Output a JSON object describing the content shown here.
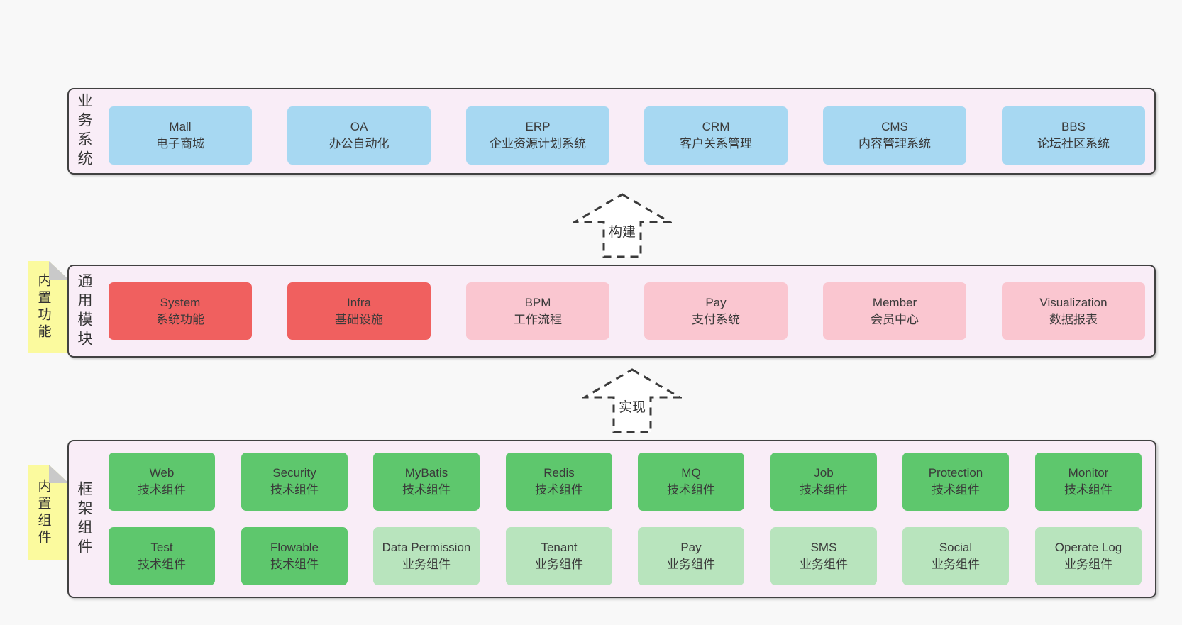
{
  "colors": {
    "page_bg": "#f8f8f8",
    "section_bg": "#f9edf7",
    "section_border": "#414141",
    "box_blue": "#a7d8f2",
    "box_red": "#f0605f",
    "box_pink": "#fac6d0",
    "box_green": "#5ec76d",
    "box_green_light": "#b8e4bd",
    "tag_yellow": "#fbfa9e",
    "tag_fold_gray": "#c9c9c9",
    "text": "#383838"
  },
  "sections": {
    "business": {
      "label": "业务系统",
      "boxes": [
        {
          "en": "Mall",
          "zh": "电子商城"
        },
        {
          "en": "OA",
          "zh": "办公自动化"
        },
        {
          "en": "ERP",
          "zh": "企业资源计划系统"
        },
        {
          "en": "CRM",
          "zh": "客户关系管理"
        },
        {
          "en": "CMS",
          "zh": "内容管理系统"
        },
        {
          "en": "BBS",
          "zh": "论坛社区系统"
        }
      ]
    },
    "modules": {
      "label": "通用模块",
      "tag": "内置功能",
      "boxes": [
        {
          "en": "System",
          "zh": "系统功能"
        },
        {
          "en": "Infra",
          "zh": "基础设施"
        },
        {
          "en": "BPM",
          "zh": "工作流程"
        },
        {
          "en": "Pay",
          "zh": "支付系统"
        },
        {
          "en": "Member",
          "zh": "会员中心"
        },
        {
          "en": "Visualization",
          "zh": "数据报表"
        }
      ]
    },
    "components": {
      "label": "框架组件",
      "tag": "内置组件",
      "row1": [
        {
          "en": "Web",
          "zh": "技术组件"
        },
        {
          "en": "Security",
          "zh": "技术组件"
        },
        {
          "en": "MyBatis",
          "zh": "技术组件"
        },
        {
          "en": "Redis",
          "zh": "技术组件"
        },
        {
          "en": "MQ",
          "zh": "技术组件"
        },
        {
          "en": "Job",
          "zh": "技术组件"
        },
        {
          "en": "Protection",
          "zh": "技术组件"
        },
        {
          "en": "Monitor",
          "zh": "技术组件"
        }
      ],
      "row2": [
        {
          "en": "Test",
          "zh": "技术组件"
        },
        {
          "en": "Flowable",
          "zh": "技术组件"
        },
        {
          "en": "Data Permission",
          "zh": "业务组件"
        },
        {
          "en": "Tenant",
          "zh": "业务组件"
        },
        {
          "en": "Pay",
          "zh": "业务组件"
        },
        {
          "en": "SMS",
          "zh": "业务组件"
        },
        {
          "en": "Social",
          "zh": "业务组件"
        },
        {
          "en": "Operate Log",
          "zh": "业务组件"
        }
      ]
    }
  },
  "arrows": [
    {
      "label": "构建"
    },
    {
      "label": "实现"
    }
  ]
}
